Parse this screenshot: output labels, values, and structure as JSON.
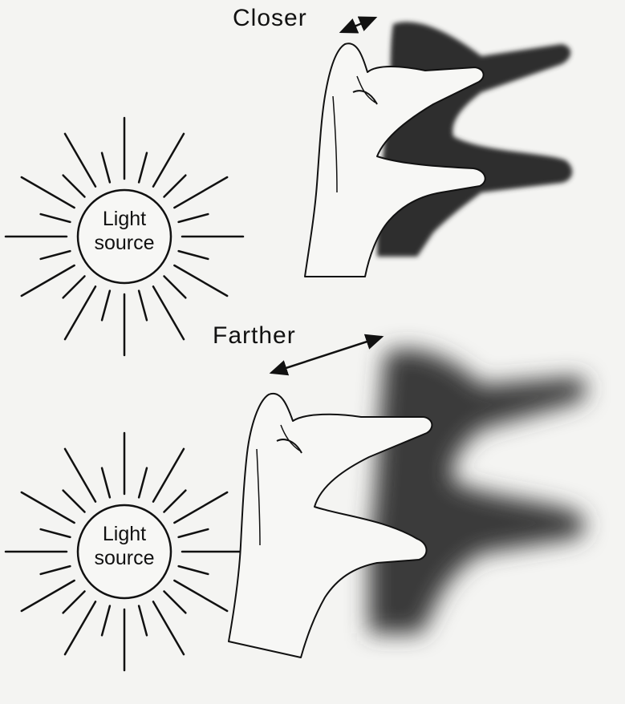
{
  "top_panel": {
    "distance_label": "Closer",
    "light_label_line1": "Light",
    "light_label_line2": "source"
  },
  "bottom_panel": {
    "distance_label": "Farther",
    "light_label_line1": "Light",
    "light_label_line2": "source"
  },
  "colors": {
    "background": "#f4f4f2",
    "ink": "#111111",
    "shadow_sharp": "#2e2e2e",
    "shadow_blurry": "#3a3a3a",
    "hand_fill": "#f7f7f5"
  }
}
